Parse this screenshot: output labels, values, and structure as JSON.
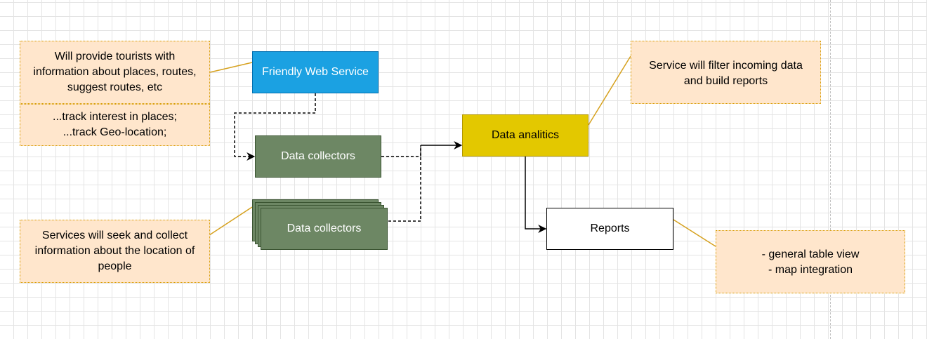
{
  "notes": {
    "tourists_info": "Will provide tourists with\ninformation about places, routes,\nsuggest routes, etc",
    "tracking": "...track interest in places;\n...track Geo-location;",
    "services_seek": "Services will seek and collect\ninformation about the location of\npeople",
    "filter_reports": "Service will filter incoming data\nand build reports",
    "report_features": "- general table view\n- map integration"
  },
  "nodes": {
    "web_service": "Friendly Web Service",
    "data_collectors_single": "Data collectors",
    "data_collectors_stack": "Data collectors",
    "data_analytics": "Data analitics",
    "reports": "Reports"
  },
  "colors": {
    "note_fill": "#ffe6cc",
    "note_border": "#d79b00",
    "web_service_fill": "#1ba1e2",
    "collector_fill": "#6d8764",
    "analytics_fill": "#e3c800",
    "connector": "#000000",
    "note_link": "#d6a11e"
  }
}
